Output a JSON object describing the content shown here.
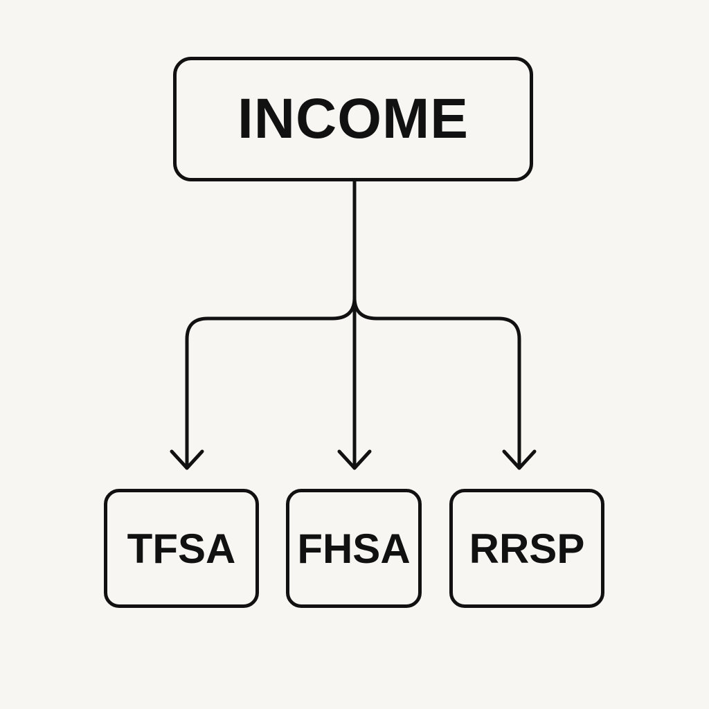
{
  "diagram": {
    "root": {
      "label": "INCOME"
    },
    "children": [
      {
        "label": "TFSA"
      },
      {
        "label": "FHSA"
      },
      {
        "label": "RRSP"
      }
    ],
    "colors": {
      "background": "#f8f6f2",
      "stroke": "#111111",
      "text": "#111111"
    }
  }
}
